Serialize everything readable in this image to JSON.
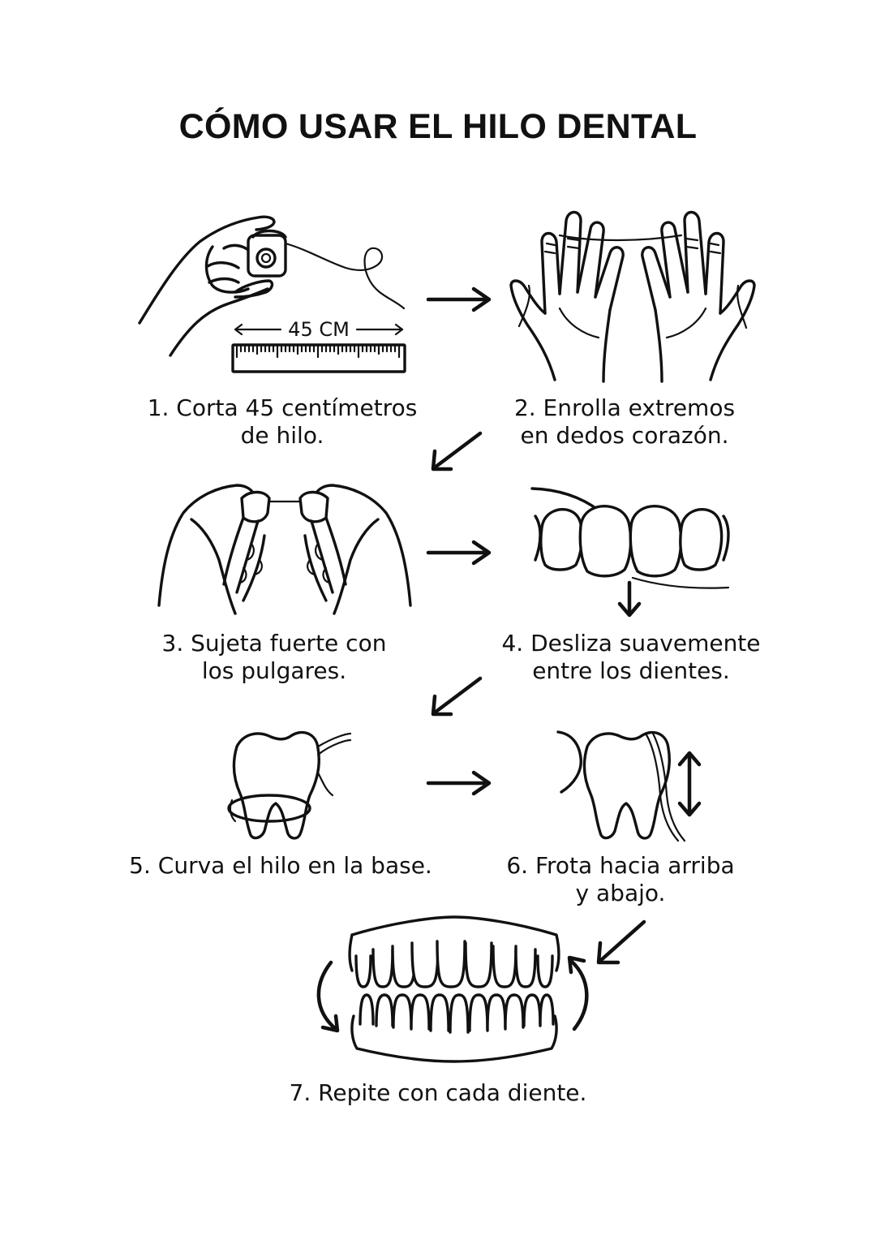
{
  "title": "CÓMO USAR EL HILO DENTAL",
  "steps": [
    {
      "line1": "1. Corta 45 centímetros",
      "line2": "de hilo."
    },
    {
      "line1": "2. Enrolla extremos",
      "line2": "en dedos corazón."
    },
    {
      "line1": "3. Sujeta fuerte con",
      "line2": "los pulgares."
    },
    {
      "line1": "4. Desliza suavemente",
      "line2": "entre los dientes."
    },
    {
      "line1": "5. Curva el hilo en la base.",
      "line2": ""
    },
    {
      "line1": "6. Frota hacia arriba",
      "line2": "y abajo."
    },
    {
      "line1": "7. Repite con cada diente.",
      "line2": ""
    }
  ],
  "ruler": {
    "label": "45 CM"
  },
  "icons": [
    "hand-holding-floss-icon",
    "ruler-icon",
    "two-hands-icon",
    "thumbs-holding-floss-icon",
    "teeth-row-icon",
    "molar-with-floss-icon",
    "molar-rubbing-icon",
    "full-mouth-icon",
    "arrow-right-icon",
    "arrow-down-left-icon",
    "curved-arrow-icon"
  ]
}
